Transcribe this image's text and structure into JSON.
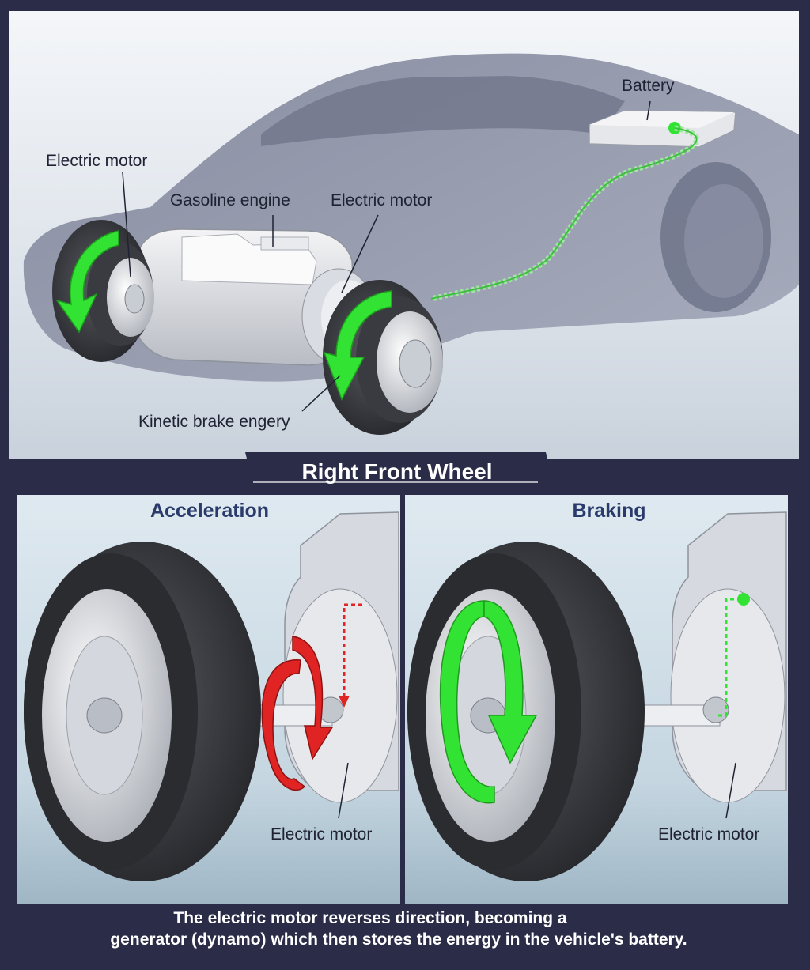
{
  "top_labels": {
    "battery": "Battery",
    "electric_motor_rear": "Electric motor",
    "gasoline_engine": "Gasoline engine",
    "electric_motor_front": "Electric motor",
    "kinetic": "Kinetic brake engery"
  },
  "section_title": "Right Front Wheel",
  "panels": {
    "acceleration": {
      "title": "Acceleration",
      "motor_label": "Electric motor"
    },
    "braking": {
      "title": "Braking",
      "motor_label": "Electric motor"
    }
  },
  "caption": {
    "line1": "The electric motor reverses direction, becoming a",
    "line2": "generator (dynamo) which then stores the energy in the vehicle's battery."
  },
  "colors": {
    "energy_green": "#33e333",
    "power_red": "#e02424",
    "navy": "#2b2d48",
    "car_body": "#8e93a8"
  }
}
